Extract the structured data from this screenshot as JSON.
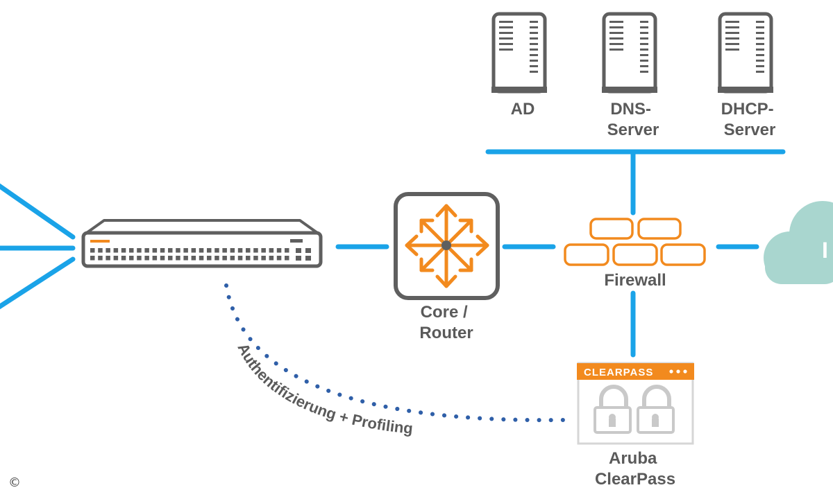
{
  "servers": [
    {
      "id": "ad",
      "label_lines": [
        "AD"
      ]
    },
    {
      "id": "dns",
      "label_lines": [
        "DNS-",
        "Server"
      ]
    },
    {
      "id": "dhcp",
      "label_lines": [
        "DHCP-",
        "Server"
      ]
    }
  ],
  "router": {
    "label_lines": [
      "Core /",
      "Router"
    ]
  },
  "firewall": {
    "label": "Firewall"
  },
  "clearpass": {
    "badge": "CLEARPASS",
    "label_lines": [
      "Aruba",
      "ClearPass"
    ]
  },
  "cloud": {
    "label": "I"
  },
  "auth_link": {
    "label": "Authentifizierung + Profiling"
  },
  "copyright": "©",
  "colors": {
    "link_blue": "#1aa3e8",
    "accent_orange": "#f28a1e",
    "device_gray": "#5f5f5f",
    "cloud_teal": "#a9d6cf",
    "dotted_blue": "#2f5fa8",
    "label_gray": "#5a5a5a"
  }
}
